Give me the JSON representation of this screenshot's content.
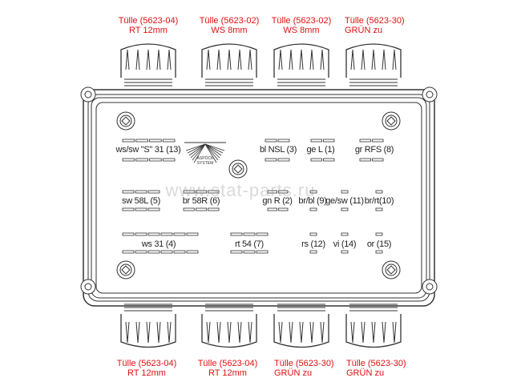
{
  "top_captions": [
    {
      "line1": "Tülle (5623-04)",
      "line2": "RT 12mm"
    },
    {
      "line1": "Tülle (5623-02)",
      "line2": "WS 8mm"
    },
    {
      "line1": "Tülle (5623-02)",
      "line2": "WS 8mm"
    },
    {
      "line1": "Tülle (5623-30)",
      "line2": "GRÜN zu"
    }
  ],
  "bottom_captions": [
    {
      "line1": "Tülle (5623-04)",
      "line2": "RT 12mm"
    },
    {
      "line1": "Tülle (5623-04)",
      "line2": "RT 12mm"
    },
    {
      "line1": "Tülle (5623-30)",
      "line2": "GRÜN zu"
    },
    {
      "line1": "Tülle (5623-30)",
      "line2": "GRÜN zu"
    }
  ],
  "slots": [
    "ws/sw \"S\" 31 (13)",
    "bl NSL (3)",
    "ge L (1)",
    "gr RFS (8)",
    "sw 58L (5)",
    "br 58R (6)",
    "gn R (2)",
    "br/bl (9)",
    "ge/sw (11)",
    "br/rt(10)",
    "ws 31 (4)",
    "rt 54 (7)",
    "rs (12)",
    "vi (14)",
    "or (15)"
  ],
  "logo": {
    "line1": "ASPÖCK",
    "line2": "SYSTEM"
  },
  "watermark": "www.stat-parts.ru",
  "colors": {
    "caption": "#e01010",
    "line": "#333333"
  }
}
